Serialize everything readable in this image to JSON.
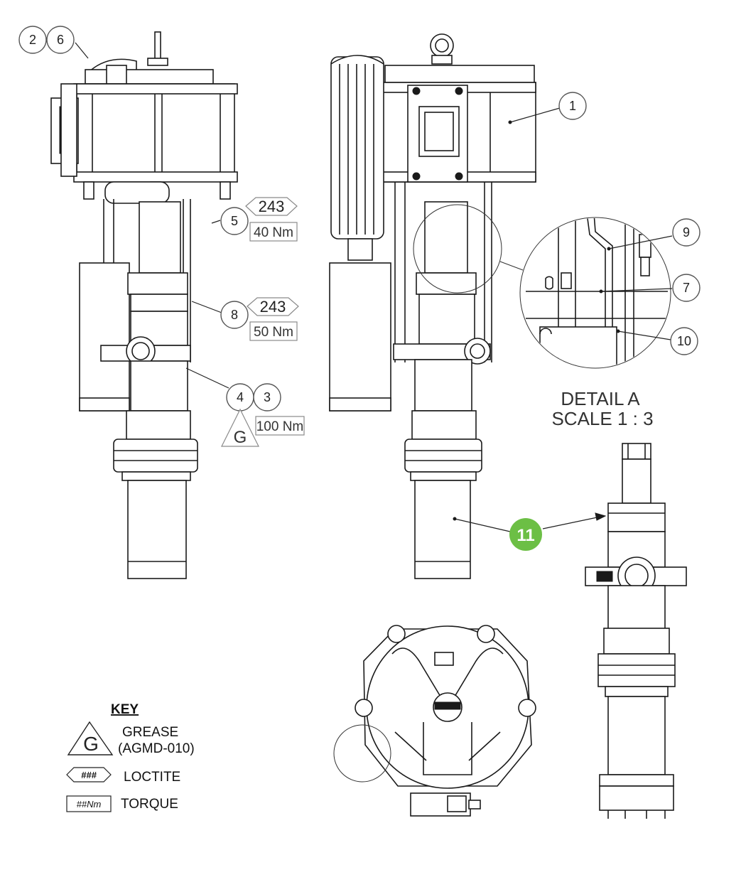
{
  "callouts": {
    "c1": "1",
    "c2": "2",
    "c3": "3",
    "c4": "4",
    "c5": "5",
    "c6": "6",
    "c7": "7",
    "c8": "8",
    "c9": "9",
    "c10": "10",
    "c11": "11"
  },
  "loctite": {
    "l1": "243",
    "l2": "243"
  },
  "torque": {
    "t40": "40 Nm",
    "t50": "50 Nm",
    "t100": "100 Nm"
  },
  "grease_symbol_letter": "G",
  "detail": {
    "title": "DETAIL A",
    "scale": "SCALE 1 : 3"
  },
  "key": {
    "heading": "KEY",
    "grease_label": "GREASE",
    "grease_code": "(AGMD-010)",
    "loctite_symbol": "###",
    "loctite_label": "LOCTITE",
    "torque_symbol": "##Nm",
    "torque_label": "TORQUE"
  },
  "colors": {
    "highlight_callout": "#6cbf45",
    "line": "#1a1a1a"
  }
}
